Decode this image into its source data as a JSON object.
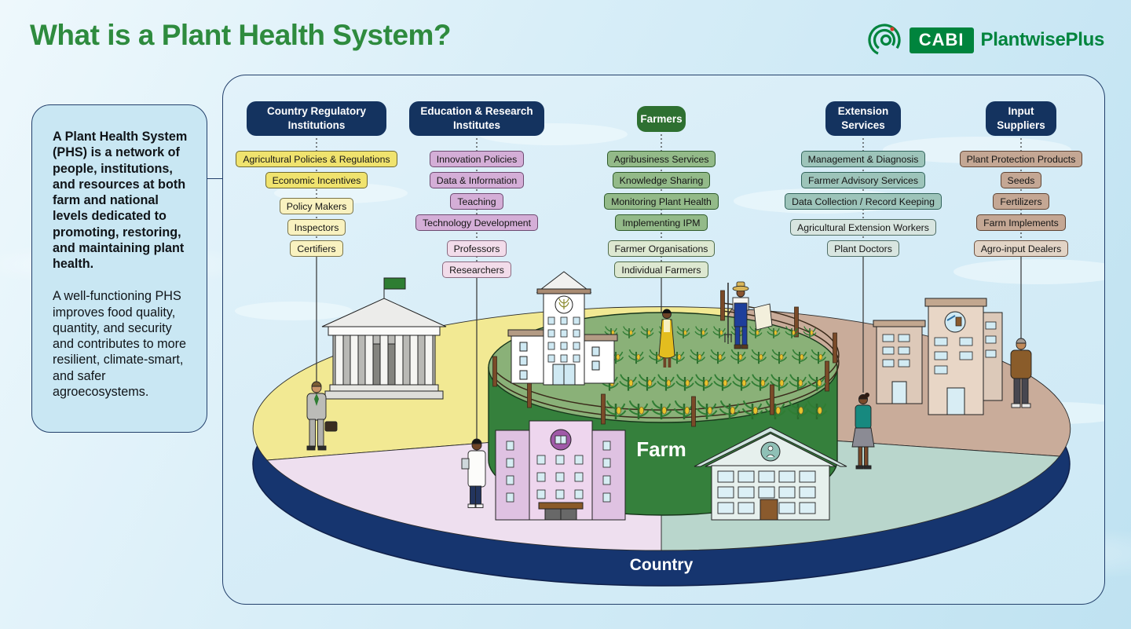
{
  "title": "What is a Plant Health System?",
  "logo": {
    "cabi_text": "CABI",
    "product_text": "PlantwisePlus"
  },
  "intro": {
    "para1": "A Plant Health System (PHS) is a network of people, institutions, and resources at both farm and national levels dedicated to promoting, restoring, and maintaining plant health.",
    "para2": "A well-functioning PHS improves food quality, quantity, and security and contributes to more resilient, climate-smart, and safer agroecosystems."
  },
  "diagram": {
    "farm_label": "Farm",
    "country_label": "Country",
    "columns": [
      {
        "header": "Country Regulatory Institutions",
        "items": [
          {
            "label": "Agricultural Policies & Regulations"
          },
          {
            "label": "Economic Incentives"
          },
          {
            "label": "Policy Makers"
          },
          {
            "label": "Inspectors"
          },
          {
            "label": "Certifiers"
          }
        ]
      },
      {
        "header": "Education & Research Institutes",
        "items": [
          {
            "label": "Innovation Policies"
          },
          {
            "label": "Data & Information"
          },
          {
            "label": "Teaching"
          },
          {
            "label": "Technology Development"
          },
          {
            "label": "Professors"
          },
          {
            "label": "Researchers"
          }
        ]
      },
      {
        "header": "Farmers",
        "items": [
          {
            "label": "Agribusiness Services"
          },
          {
            "label": "Knowledge Sharing"
          },
          {
            "label": "Monitoring Plant Health"
          },
          {
            "label": "Implementing IPM"
          },
          {
            "label": "Farmer Organisations"
          },
          {
            "label": "Individual Farmers"
          }
        ]
      },
      {
        "header": "Extension Services",
        "items": [
          {
            "label": "Management & Diagnosis"
          },
          {
            "label": "Farmer Advisory Services"
          },
          {
            "label": "Data Collection / Record Keeping"
          },
          {
            "label": "Agricultural Extension Workers"
          },
          {
            "label": "Plant Doctors"
          }
        ]
      },
      {
        "header": "Input Suppliers",
        "items": [
          {
            "label": "Plant Protection Products"
          },
          {
            "label": "Seeds"
          },
          {
            "label": "Fertilizers"
          },
          {
            "label": "Farm Implements"
          },
          {
            "label": "Agro-input Dealers"
          }
        ]
      }
    ]
  },
  "colors": {
    "title_green": "#2e8b3e",
    "cabi_green": "#00843d",
    "navy": "#14335f",
    "farmers_green": "#2e7031",
    "quadrant_yellow": "#f2e993",
    "quadrant_pink": "#eedfef",
    "quadrant_teal": "#b9d6cc",
    "quadrant_tan": "#c9ac9a",
    "farm_top_green": "#8ab178",
    "farm_side_green": "#35803c",
    "country_ring_navy": "#16356f"
  }
}
